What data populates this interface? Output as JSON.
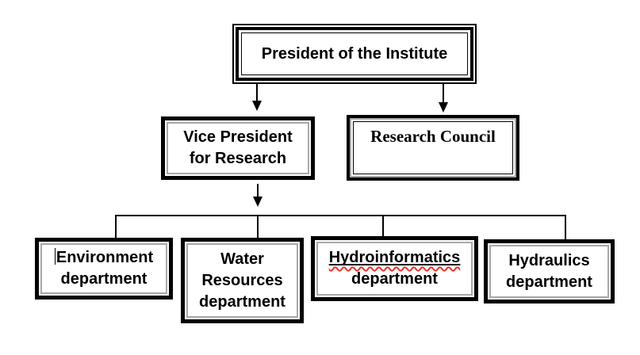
{
  "slide": {
    "background": "#ffffff"
  },
  "styles": {
    "box_border_color": "#000000",
    "inner_accent_color": "#a8a8a8",
    "text_color": "#000000",
    "connector_color": "#000000",
    "spellcheck_underline_color": "#e8342a"
  },
  "chart": {
    "president": {
      "label": "President of the Institute"
    },
    "vice_president": {
      "line1": "Vice President",
      "line2": "for Research"
    },
    "research_council": {
      "label": "Research Council"
    },
    "environment": {
      "line1": "Environment",
      "line2": "department"
    },
    "water_resources": {
      "line1": "Water",
      "line2": "Resources",
      "line3": "department"
    },
    "hydroinformatics": {
      "line1": "Hydroinformatics",
      "line2": "department"
    },
    "hydraulics": {
      "line1": "Hydraulics",
      "line2": "department"
    }
  },
  "hierarchy": {
    "root": "President of the Institute",
    "root_children": [
      "Vice President for Research",
      "Research Council"
    ],
    "vp_children": [
      "Environment department",
      "Water Resources department",
      "Hydroinformatics department",
      "Hydraulics department"
    ]
  }
}
